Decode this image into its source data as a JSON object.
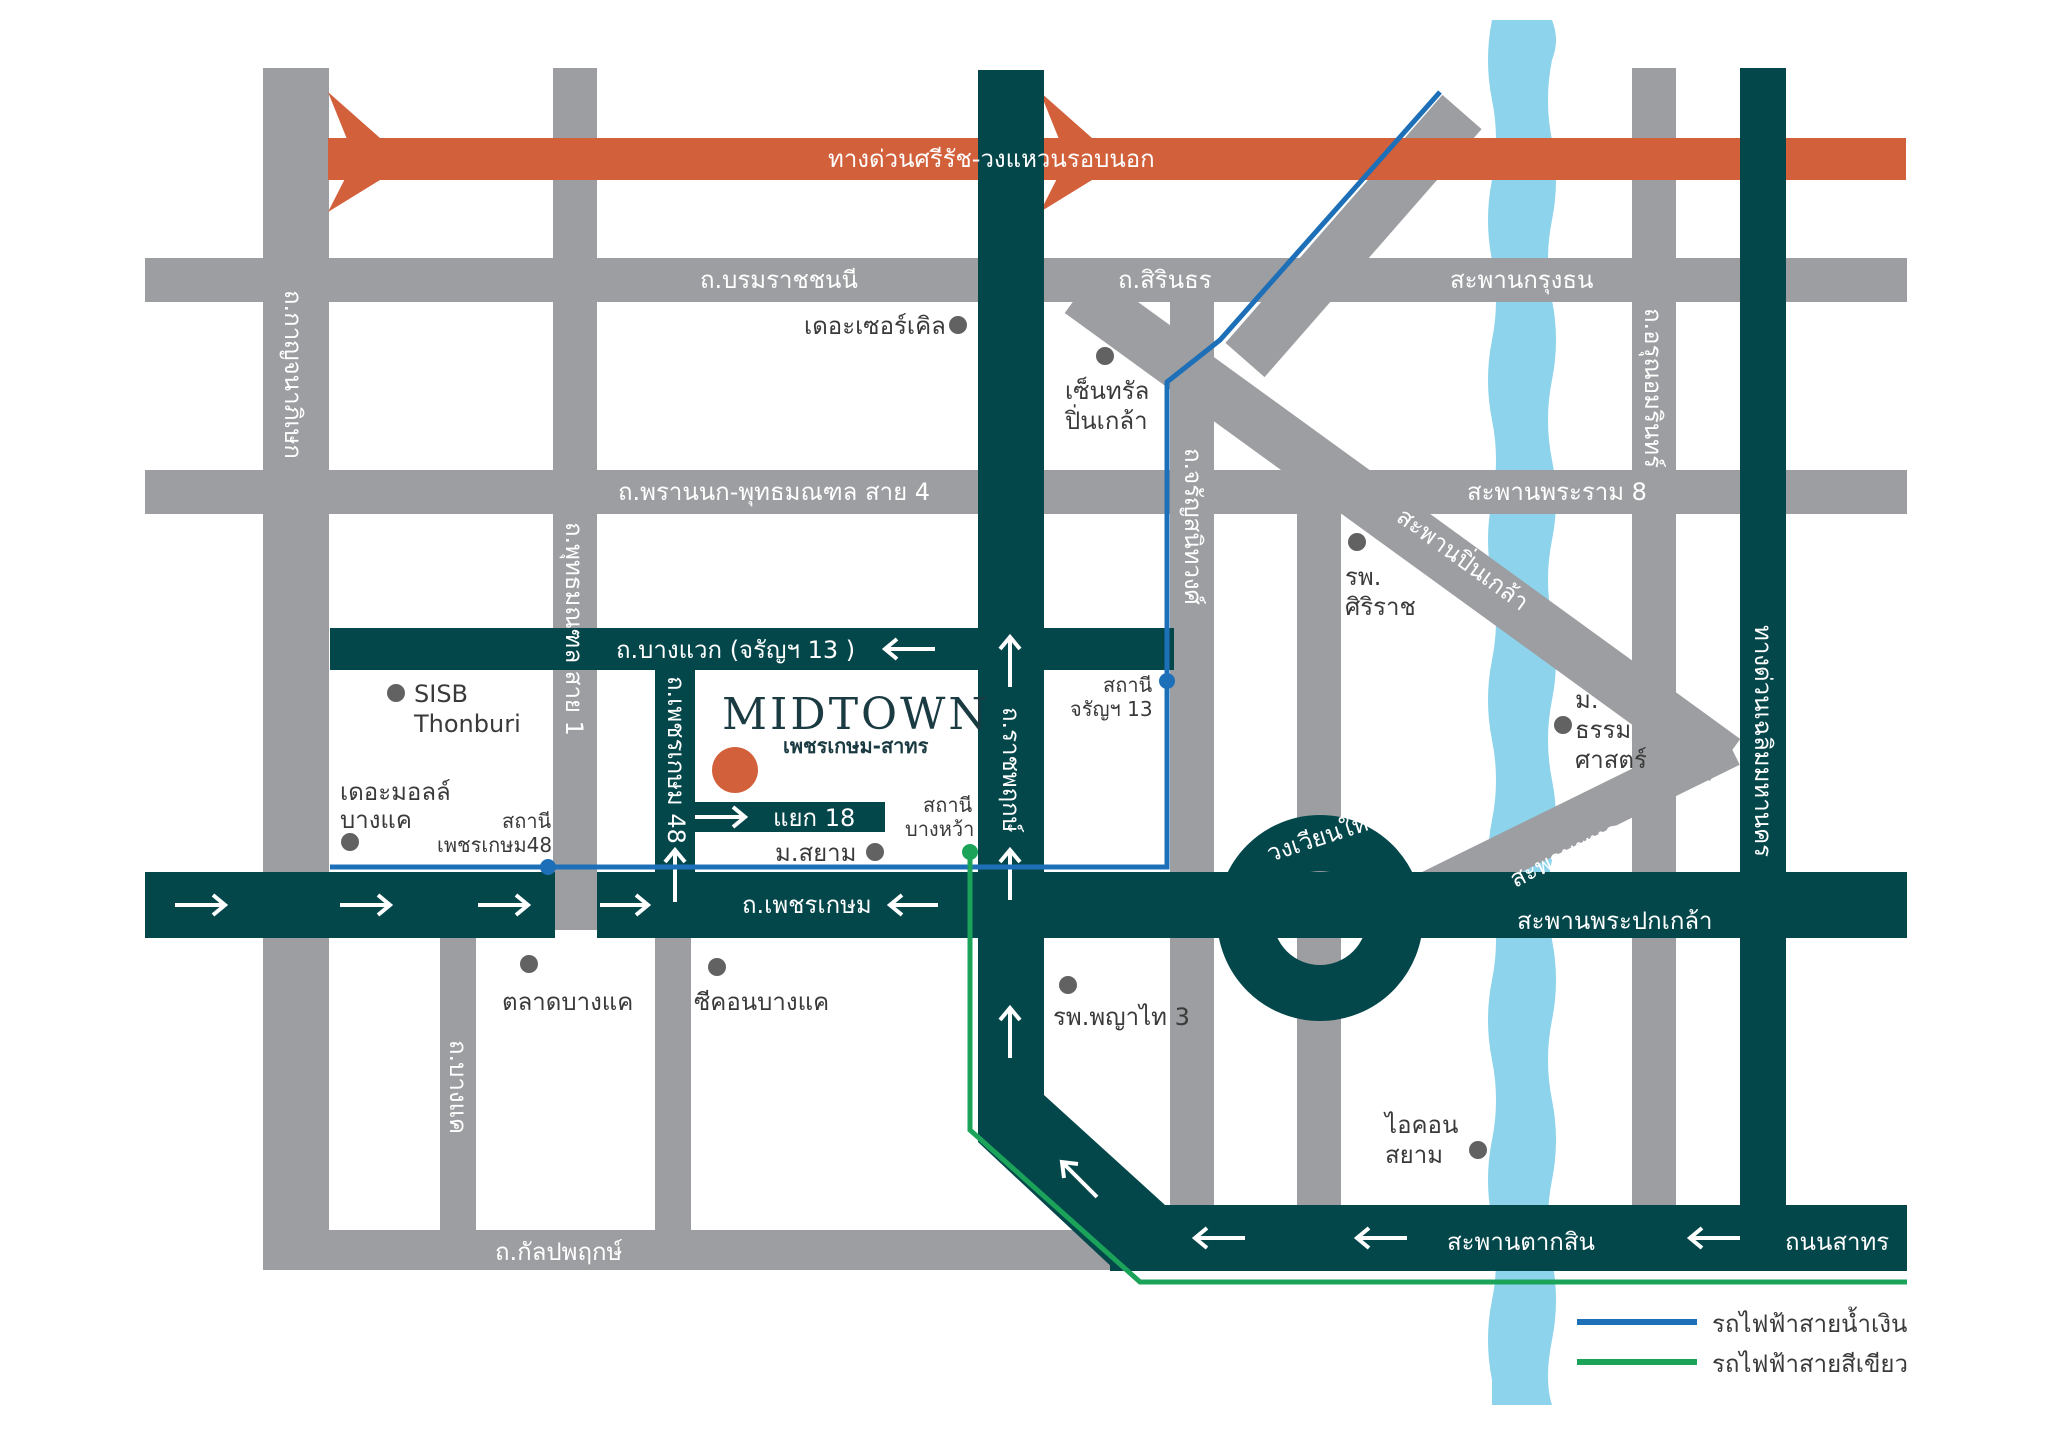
{
  "colors": {
    "gray_road": "#9d9ea1",
    "main_road": "#04474b",
    "expressway": "#d2603a",
    "river": "#8dd3ec",
    "blue_line": "#1d70b8",
    "green_line": "#1ba35a",
    "poi": "#626262",
    "project_dot": "#d2603a"
  },
  "project": {
    "name": "MIDTOWN",
    "subtitle": "เพชรเกษม-สาทร"
  },
  "roads": {
    "expressway": "ทางด่วนศรีรัช-วงแหวนรอบนอก",
    "borommaratchachonnani": "ถ.บรมราชชนนี",
    "sirindhorn": "ถ.สิรินธร",
    "krungthon_bridge": "สะพานกรุงธน",
    "phrannok": "ถ.พรานนก-พุทธมณฑล สาย 4",
    "rama8_bridge": "สะพานพระราม 8",
    "pinklao_bridge": "สะพานปิ่นเกล้า",
    "bang_waek": "ถ.บางแวก (จรัญฯ 13 )",
    "phetkasem": "ถ.เพชรเกษม",
    "phra_pokklao_bridge": "สะพานพระปกเกล้า",
    "phut_bridge": "สะพานพุทธ",
    "wongwian_yai": "วงเวียนใหญ่",
    "taksin_bridge": "สะพานตากสิน",
    "sathorn_road": "ถนนสาทร",
    "kanlapaphruek": "ถ.กัลปพฤกษ์",
    "kanchanaphisek": "ถ.กาญจนาภิเษก",
    "phutthamonthon_1": "ถ.พุทธมณฑล สาย 1",
    "phetkasem_48": "ถ.เพชรเกษม 48",
    "ratchaphruek": "ถ.ราชพฤกษ์",
    "charansanitwong": "ถ.จรัญสนิทวงศ์",
    "arun_amarin": "ถ.อรุณอมรินทร์",
    "chaloem_maha_nakhon": "ทางด่วนเฉลิมมหานคร",
    "bang_khae": "ถ.บางแค",
    "yaek18": "แยก 18"
  },
  "places": {
    "circle": "เดอะเซอร์เคิล",
    "central_1": "เซ็นทรัล",
    "central_2": "ปิ่นเกล้า",
    "siriraj_1": "รพ.",
    "siriraj_2": "ศิริราช",
    "sisb_1": "SISB",
    "sisb_2": "Thonburi",
    "mall_1": "เดอะมอลล์",
    "mall_2": "บางแค",
    "thammasat_1": "ม.",
    "thammasat_2": "ธรรม",
    "thammasat_3": "ศาสตร์",
    "siam_univ": "ม.สยาม",
    "talat_bangkhae": "ตลาดบางแค",
    "seacon": "ซีคอนบางแค",
    "phyathai3": "รพ.พญาไท 3",
    "icon_1": "ไอคอน",
    "icon_2": "สยาม"
  },
  "stations": {
    "charan13_1": "สถานี",
    "charan13_2": "จรัญฯ 13",
    "phet48_1": "สถานี",
    "phet48_2": "เพชรเกษม48",
    "bangwa_1": "สถานี",
    "bangwa_2": "บางหว้า"
  },
  "legend": {
    "blue": "รถไฟฟ้าสายน้ำเงิน",
    "green": "รถไฟฟ้าสายสีเขียว"
  }
}
